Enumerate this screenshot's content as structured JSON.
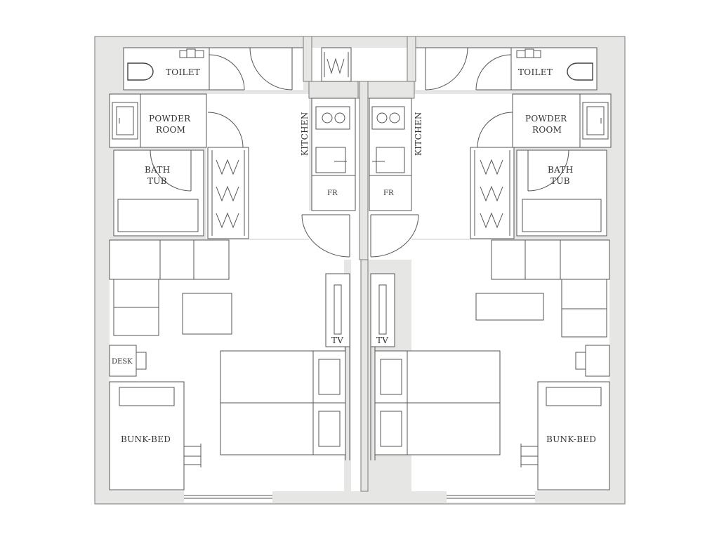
{
  "labels": {
    "left": {
      "toilet": "TOILET",
      "powder_1": "POWDER",
      "powder_2": "ROOM",
      "bath_1": "BATH",
      "bath_2": "TUB",
      "kitchen": "KITCHEN",
      "fridge": "FR",
      "tv": "TV",
      "desk": "DESK",
      "bunk": "BUNK-BED"
    },
    "right": {
      "toilet": "TOILET",
      "powder_1": "POWDER",
      "powder_2": "ROOM",
      "bath_1": "BATH",
      "bath_2": "TUB",
      "kitchen": "KITCHEN",
      "fridge": "FR",
      "tv": "TV",
      "bunk": "BUNK-BED"
    }
  },
  "colors": {
    "wall": "#e6e7e5",
    "line": "#555555",
    "background": "#ffffff"
  }
}
